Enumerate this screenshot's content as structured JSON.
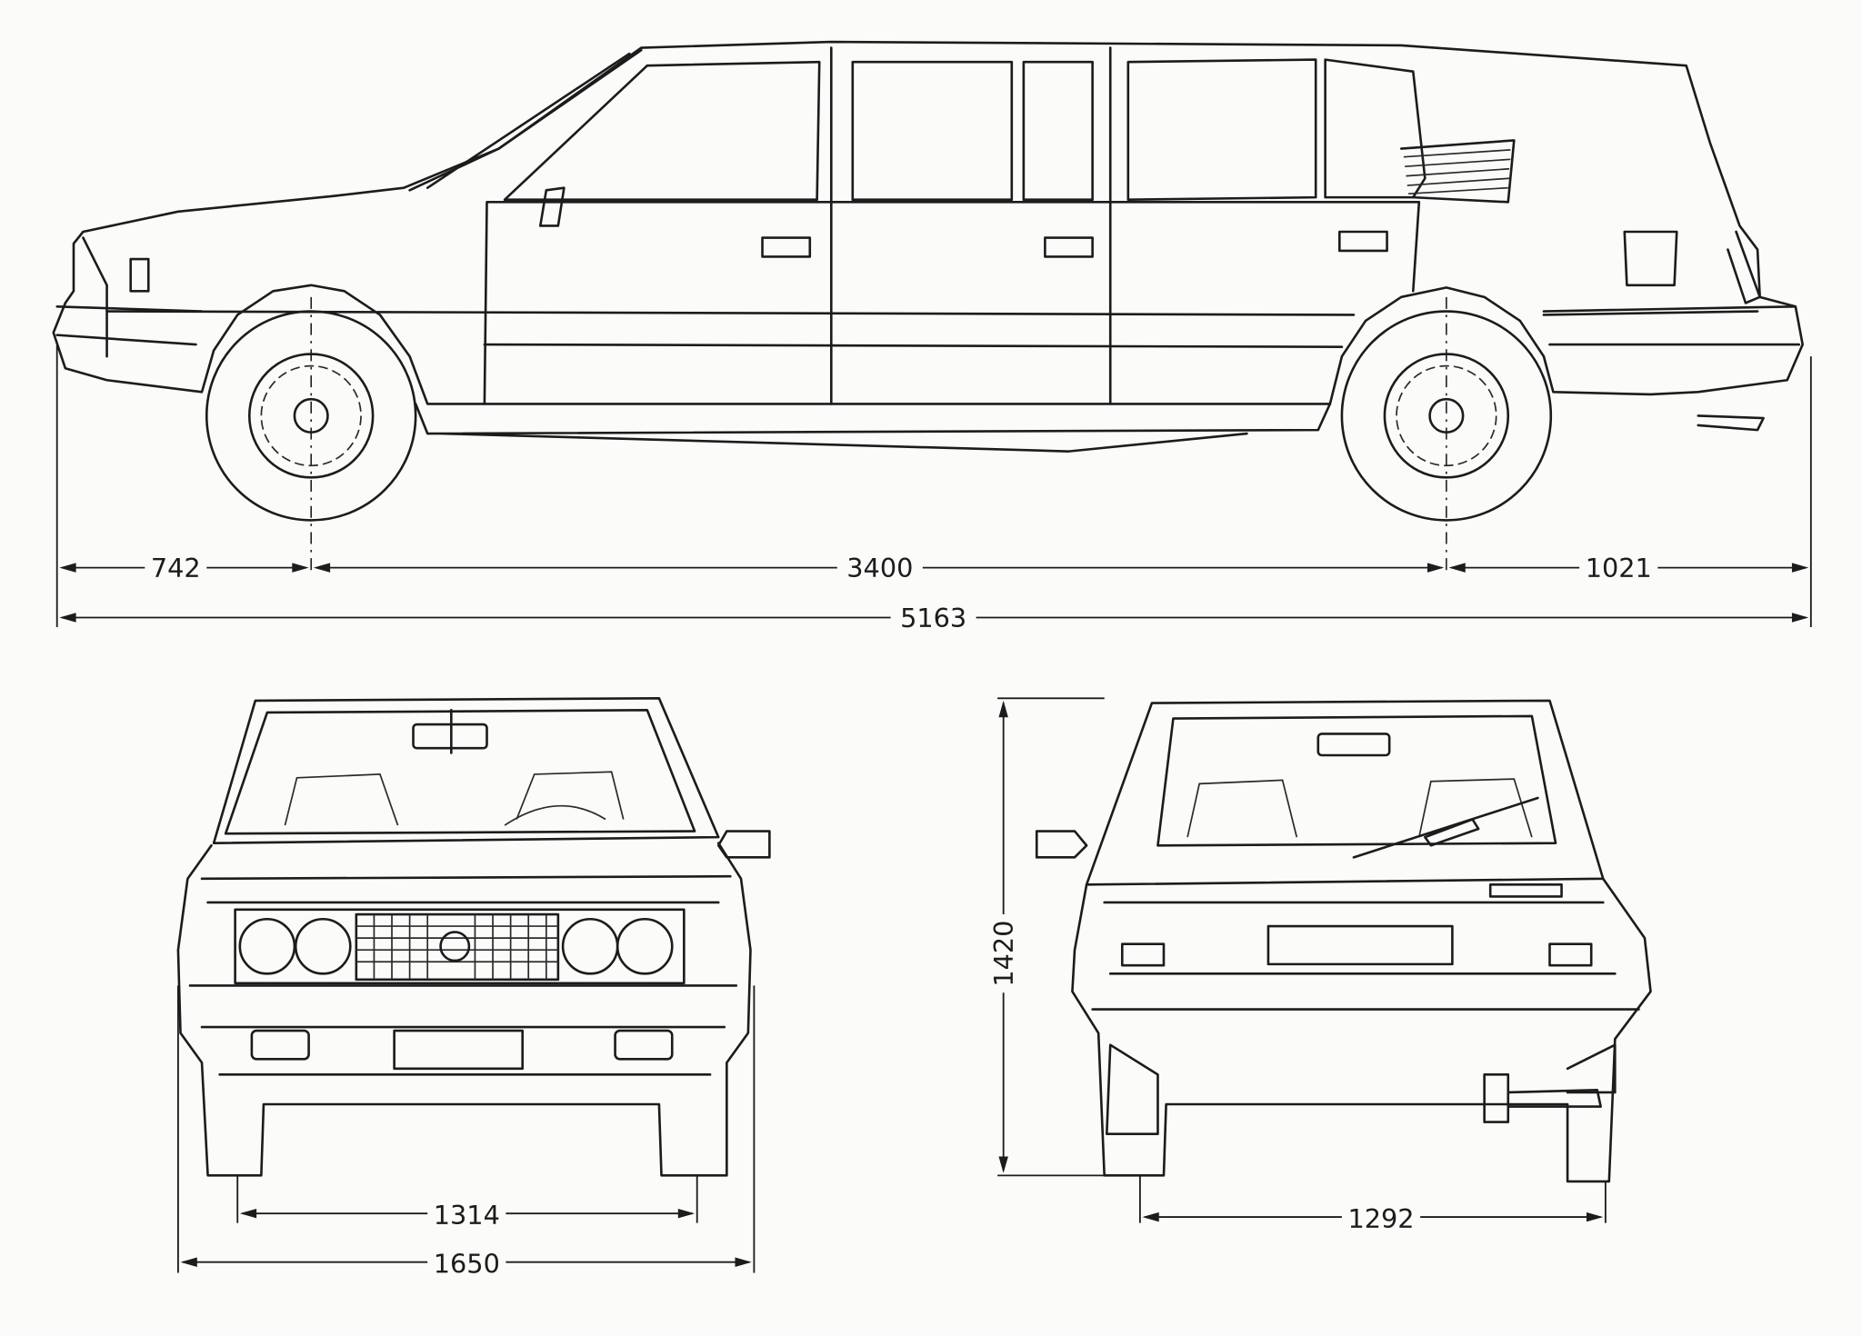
{
  "dimensions": {
    "side": {
      "front_overhang": "742",
      "wheelbase": "3400",
      "rear_overhang": "1021",
      "overall_length": "5163"
    },
    "front": {
      "track": "1314",
      "overall_width": "1650"
    },
    "rear": {
      "height": "1420",
      "track": "1292"
    }
  }
}
